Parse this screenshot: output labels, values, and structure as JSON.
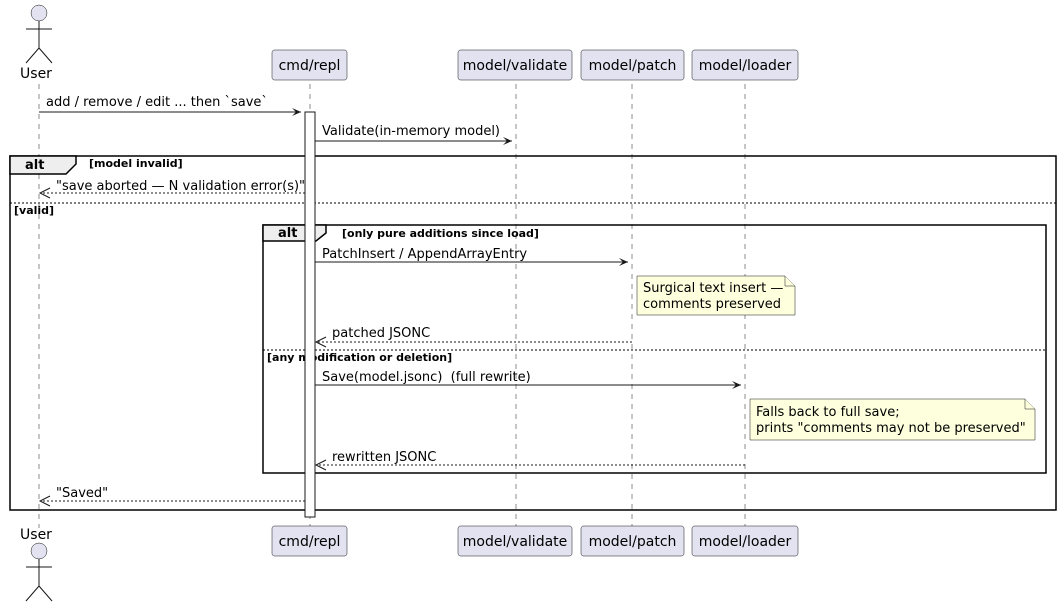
{
  "participants": {
    "user": "User",
    "repl": "cmd/repl",
    "validate": "model/validate",
    "patch": "model/patch",
    "loader": "model/loader"
  },
  "messages": {
    "m1": "add / remove / edit ... then `save`",
    "m2": "Validate(in-memory model)",
    "m3": "\"save aborted — N validation error(s)\"",
    "m4": "PatchInsert / AppendArrayEntry",
    "m5": "patched JSONC",
    "m6": "Save(model.jsonc)  (full rewrite)",
    "m7": "rewritten JSONC",
    "m8": "\"Saved\""
  },
  "fragments": {
    "outer": {
      "keyword": "alt",
      "guard1": "[model invalid]",
      "guard2": "[valid]"
    },
    "inner": {
      "keyword": "alt",
      "guard1": "[only pure additions since load]",
      "guard2": "[any modification or deletion]"
    }
  },
  "notes": {
    "n1": [
      "Surgical text insert —",
      "comments preserved"
    ],
    "n2": [
      "Falls back to full save;",
      "prints \"comments may not be preserved\""
    ]
  },
  "colors": {
    "participant_fill": "#E2E2F0",
    "note_fill": "#FEFFDD",
    "tab_fill": "#EEEEEE",
    "line": "#181818"
  }
}
